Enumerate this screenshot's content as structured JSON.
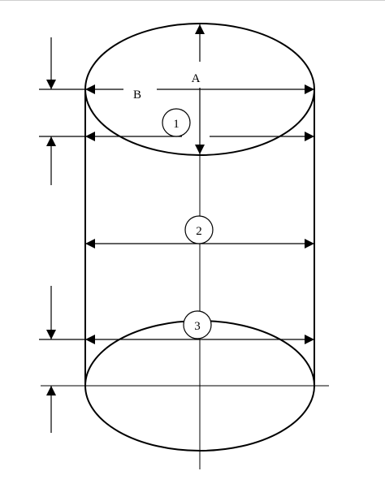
{
  "diagram": {
    "labels": {
      "a": "A",
      "b": "B"
    },
    "circle_labels": [
      "1",
      "2",
      "3"
    ],
    "colors": {
      "stroke": "#000000",
      "background": "#ffffff"
    }
  }
}
